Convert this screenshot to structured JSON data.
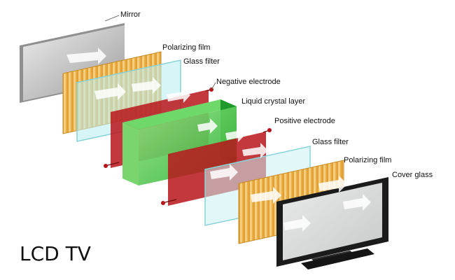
{
  "title": "LCD TV",
  "layers": [
    {
      "label": "Mirror"
    },
    {
      "label": "Polarizing film"
    },
    {
      "label": "Glass filter"
    },
    {
      "label": "Negative electrode"
    },
    {
      "label": "Liquid crystal layer"
    },
    {
      "label": "Positive electrode"
    },
    {
      "label": "Glass filter"
    },
    {
      "label": "Polarizing film"
    },
    {
      "label": "Cover glass"
    }
  ],
  "colors": {
    "mirror": "#c9c9c9",
    "polarizing_film": "#e8a83c",
    "glass_filter": "#bfeff2",
    "electrode": "#b9151b",
    "liquid_crystal": "#35c23a",
    "screen_bezel": "#222222",
    "light_arrow": "#ffffff"
  }
}
